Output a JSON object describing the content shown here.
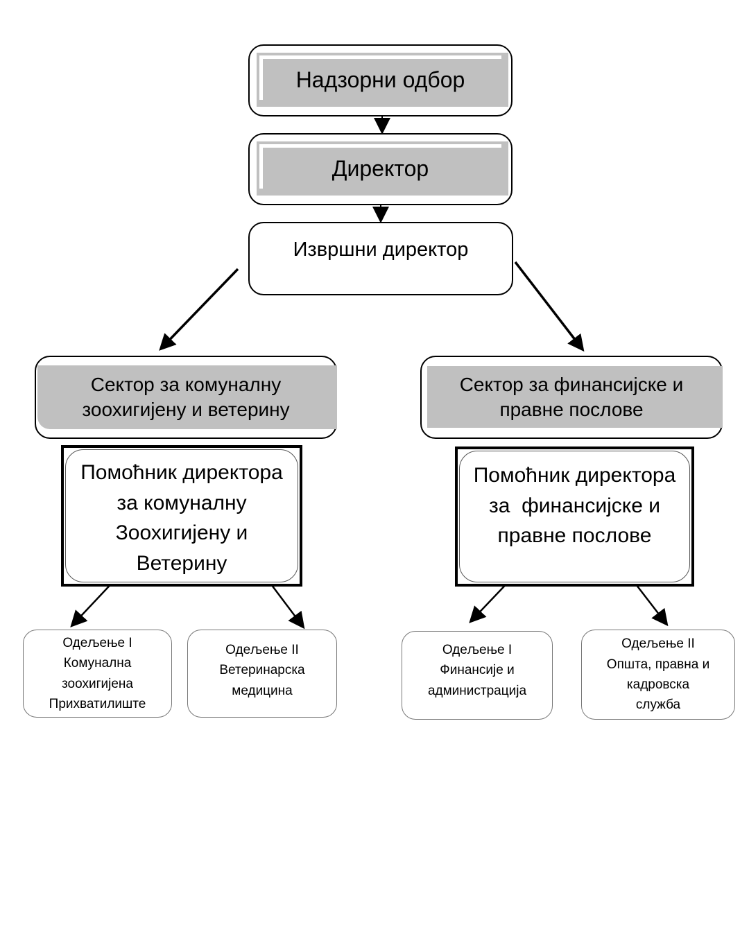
{
  "diagram": {
    "type": "org-chart",
    "nodes": {
      "supervisory_board": {
        "label": "Надзорни одбор"
      },
      "director": {
        "label": "Директор"
      },
      "executive_director": {
        "label": "Извршни директор"
      },
      "sector_left": {
        "label_lines": [
          "Сектор за комуналну",
          "зоохигијену и ветерину"
        ]
      },
      "sector_right": {
        "label_lines": [
          "Сектор за финансијске и",
          "правне послове"
        ]
      },
      "assistant_left": {
        "label_lines": [
          "Помоћник директора",
          "за комуналну",
          "Зоохигијену и",
          "Ветерину"
        ]
      },
      "assistant_right": {
        "label_lines": [
          "Помоћник директора",
          "за  финансијске и",
          "правне послове"
        ]
      },
      "dept_left_1": {
        "label_lines": [
          "Одељење I",
          "Комунална",
          "зоохигијена",
          "Прихватилиште"
        ]
      },
      "dept_left_2": {
        "label_lines": [
          "Одељење II",
          "Ветеринарска",
          "медицина"
        ]
      },
      "dept_right_1": {
        "label_lines": [
          "Одељење I",
          "Финансије и",
          "администрација"
        ]
      },
      "dept_right_2": {
        "label_lines": [
          "Одељење II",
          "Општа, правна и",
          "кадровска",
          "служба"
        ]
      }
    },
    "edges": [
      [
        "supervisory_board",
        "director"
      ],
      [
        "director",
        "executive_director"
      ],
      [
        "executive_director",
        "sector_left"
      ],
      [
        "executive_director",
        "sector_right"
      ],
      [
        "assistant_left",
        "dept_left_1"
      ],
      [
        "assistant_left",
        "dept_left_2"
      ],
      [
        "assistant_right",
        "dept_right_1"
      ],
      [
        "assistant_right",
        "dept_right_2"
      ]
    ],
    "colors": {
      "header_fill": "#c0c0c0",
      "stroke": "#000000",
      "background": "#ffffff"
    }
  }
}
